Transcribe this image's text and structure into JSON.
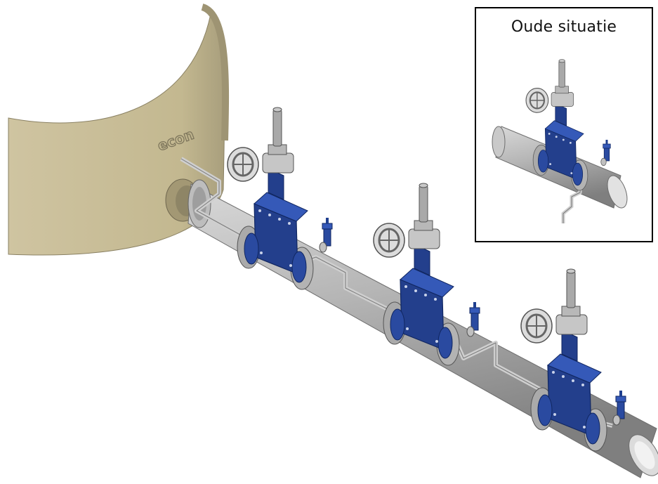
{
  "inset": {
    "title": "Oude situatie"
  },
  "tank": {
    "brand": "econ"
  },
  "colors": {
    "tank": "#c8bd98",
    "tank_shade": "#a99f7d",
    "pipe": "#b9b9b9",
    "pipe_dark": "#8c8c8c",
    "valve_blue": "#1f3f8f",
    "valve_blue_light": "#3559b8",
    "actuator": "#c9c9c9",
    "border": "#000000"
  },
  "icons": [
    "storage-tank",
    "pipe",
    "gate-valve",
    "gear-actuator",
    "pressure-relief-valve",
    "bypass-line"
  ]
}
